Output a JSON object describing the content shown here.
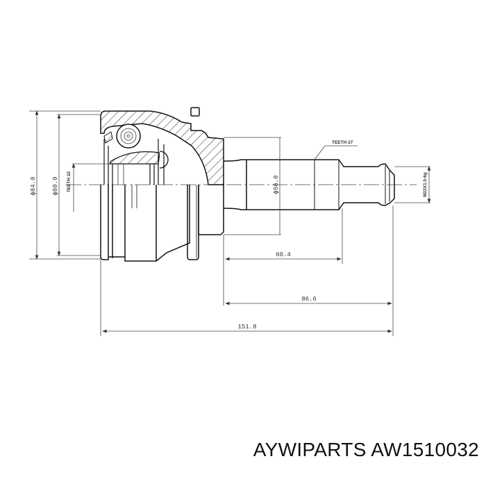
{
  "caption": {
    "brand": "AYWIPARTS",
    "part_number": "AW1510032",
    "full": "AYWIPARTS AW1510032"
  },
  "drawing": {
    "title": "CV joint outer (drive shaft) technical drawing",
    "dimensions": {
      "outer_diameter": "ϕ84.0",
      "seal_diameter": "ϕ80.0",
      "inner_teeth": "TEETH 22",
      "shaft_diameter": "ϕ56.0",
      "outer_teeth": "TEETH 27",
      "thread": "M22X1.5-6g",
      "length_spline": "60.4",
      "length_shaft": "86.6",
      "length_total": "151.8"
    }
  }
}
